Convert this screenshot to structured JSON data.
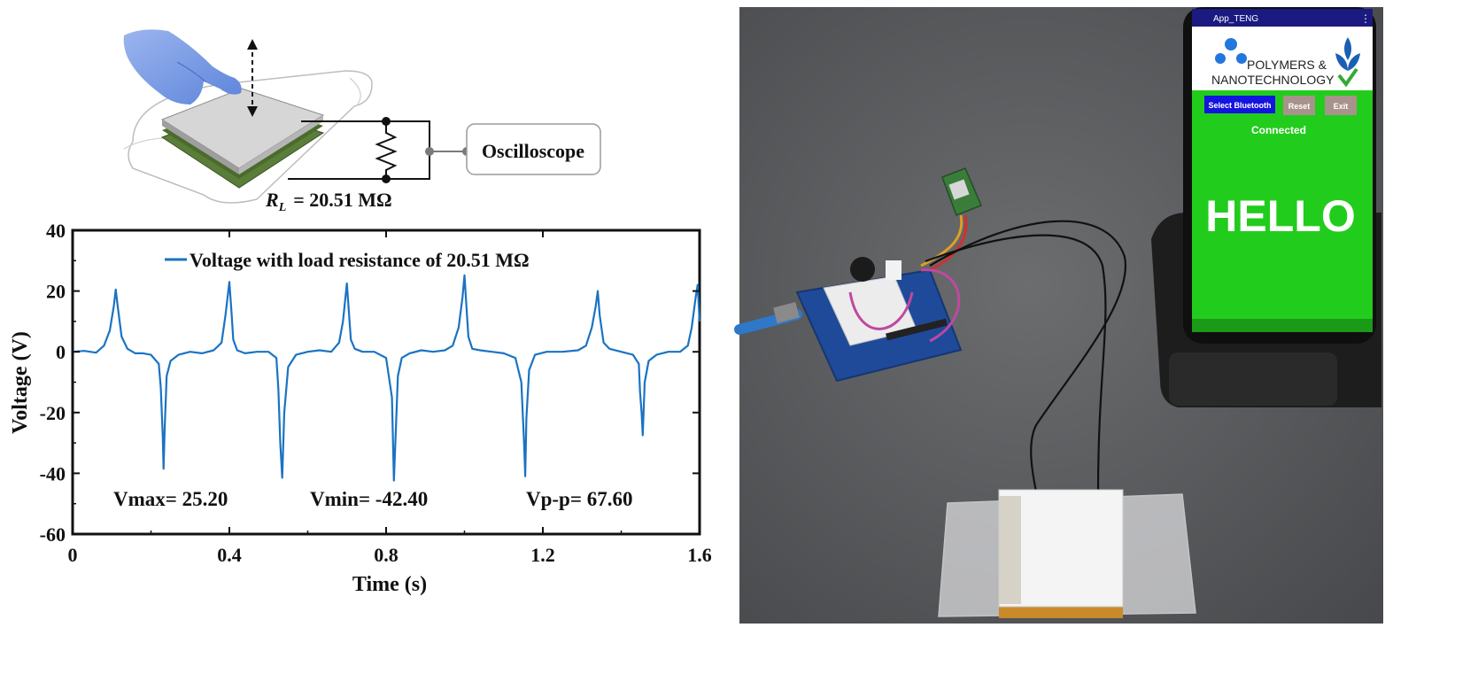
{
  "schematic": {
    "instrument_label": "Oscilloscope",
    "resistance_label": "R",
    "resistance_subscript": "L",
    "resistance_value": "= 20.51 MΩ"
  },
  "photo": {
    "app_title": "App_TENG",
    "logo_line1": "POLYMERS &",
    "logo_line2": "NANOTECHNOLOGY",
    "buttons": [
      "Select Bluetooth",
      "Reset",
      "Exit"
    ],
    "status_text": "Connected",
    "display_text": "HELLO"
  },
  "colors": {
    "series": "#1a73c2",
    "phone_screen": "#22cc1c",
    "bluetooth_button": "#1414e0",
    "grey_button": "#a8938c"
  },
  "chart_data": {
    "type": "line",
    "title": "",
    "xlabel": "Time (s)",
    "ylabel": "Voltage (V)",
    "xlim": [
      0,
      1.6
    ],
    "ylim": [
      -60,
      40
    ],
    "xticks": [
      0,
      0.4,
      0.8,
      1.2,
      1.6
    ],
    "xtick_labels": [
      "0",
      "0.4",
      "0.8",
      "1.2",
      "1.6"
    ],
    "yticks": [
      -60,
      -40,
      -20,
      0,
      20,
      40
    ],
    "ytick_labels": [
      "-60",
      "-40",
      "-20",
      "0",
      "20",
      "40"
    ],
    "grid": false,
    "legend_position": "top-center",
    "series": [
      {
        "name": "Voltage with load resistance of 20.51 MΩ",
        "x": [
          0,
          0.03,
          0.06,
          0.08,
          0.095,
          0.105,
          0.11,
          0.115,
          0.125,
          0.14,
          0.16,
          0.18,
          0.2,
          0.22,
          0.225,
          0.23,
          0.232,
          0.235,
          0.24,
          0.25,
          0.27,
          0.3,
          0.33,
          0.36,
          0.38,
          0.39,
          0.4,
          0.405,
          0.41,
          0.42,
          0.44,
          0.47,
          0.5,
          0.52,
          0.525,
          0.53,
          0.535,
          0.54,
          0.55,
          0.57,
          0.6,
          0.63,
          0.66,
          0.68,
          0.69,
          0.7,
          0.705,
          0.71,
          0.72,
          0.74,
          0.77,
          0.8,
          0.815,
          0.82,
          0.825,
          0.83,
          0.84,
          0.86,
          0.89,
          0.92,
          0.95,
          0.97,
          0.985,
          0.995,
          1.0,
          1.005,
          1.01,
          1.02,
          1.04,
          1.07,
          1.1,
          1.13,
          1.145,
          1.152,
          1.155,
          1.158,
          1.165,
          1.18,
          1.21,
          1.25,
          1.29,
          1.31,
          1.325,
          1.335,
          1.34,
          1.345,
          1.355,
          1.37,
          1.4,
          1.43,
          1.445,
          1.448,
          1.452,
          1.455,
          1.46,
          1.47,
          1.49,
          1.52,
          1.55,
          1.57,
          1.58,
          1.59,
          1.595,
          1.6
        ],
        "y": [
          0,
          0.3,
          -0.3,
          2,
          7,
          15,
          20.5,
          15,
          5,
          1,
          -0.5,
          -0.5,
          -1,
          -4,
          -12,
          -28,
          -38.5,
          -25,
          -8,
          -3,
          -1,
          0,
          -0.5,
          0.5,
          3,
          12,
          23,
          14,
          4,
          0.5,
          -0.5,
          0,
          0,
          -2,
          -12,
          -30,
          -41.5,
          -20,
          -5,
          -1,
          0,
          0.5,
          0,
          3,
          10,
          22.5,
          13,
          4,
          1,
          0,
          0,
          -2,
          -15,
          -42.4,
          -25,
          -8,
          -2,
          -0.5,
          0.5,
          0,
          0.5,
          2,
          8,
          18,
          25.2,
          15,
          5,
          1,
          0.5,
          0,
          -0.5,
          -2,
          -10,
          -30,
          -41,
          -22,
          -6,
          -1,
          0,
          0,
          0.5,
          2,
          8,
          15,
          20,
          12,
          3,
          1,
          0,
          -1,
          -4,
          -13,
          -20,
          -27.5,
          -10,
          -3,
          -1,
          0,
          0,
          2,
          8,
          18,
          22,
          10
        ]
      }
    ],
    "annotations": [
      "Vmax= 25.20",
      "Vmin= -42.40",
      "Vp-p= 67.60"
    ]
  }
}
